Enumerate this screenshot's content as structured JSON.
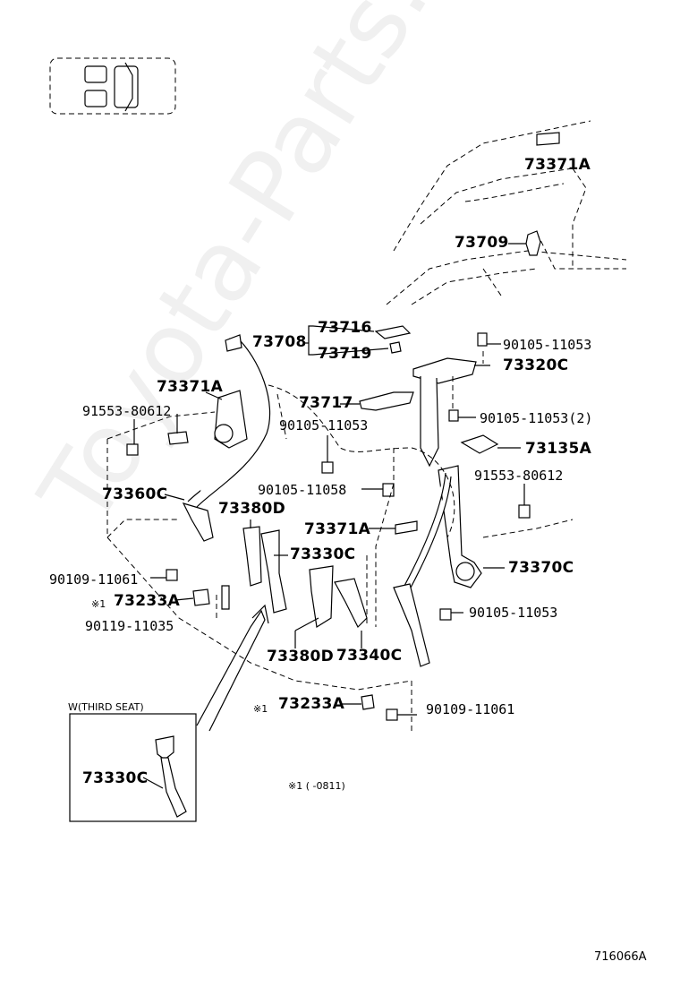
{
  "labels": {
    "p73371A_top": "73371A",
    "p73709": "73709",
    "p73716": "73716",
    "p73708": "73708",
    "p73719": "73719",
    "p90105_11053_a": "90105-11053",
    "p73320C": "73320C",
    "p73371A_left": "73371A",
    "p91553_80612_left": "91553-80612",
    "p73717": "73717",
    "p90105_11053_b": "90105-11053",
    "p90105_11053_2": "90105-11053(2)",
    "p73135A": "73135A",
    "p91553_80612_right": "91553-80612",
    "p73360C": "73360C",
    "p90105_11058": "90105-11058",
    "p73380D_top": "73380D",
    "p73371A_mid": "73371A",
    "p73330C": "73330C",
    "p73370C": "73370C",
    "p90109_11061_left": "90109-11061",
    "p73233A_left_mark": "※1",
    "p73233A_left": "73233A",
    "p90119_11035": "90119-11035",
    "p90105_11053_c": "90105-11053",
    "p73380D_bottom": "73380D",
    "p73340C": "73340C",
    "inset_title": "W(THIRD SEAT)",
    "p73233A_bottom_mark": "※1",
    "p73233A_bottom": "73233A",
    "p90109_11061_bottom": "90109-11061",
    "p73330C_inset": "73330C",
    "footnote": "※1 (    -0811)",
    "diagram_id": "716066A"
  },
  "watermark": "Toyota-Parts.ru"
}
